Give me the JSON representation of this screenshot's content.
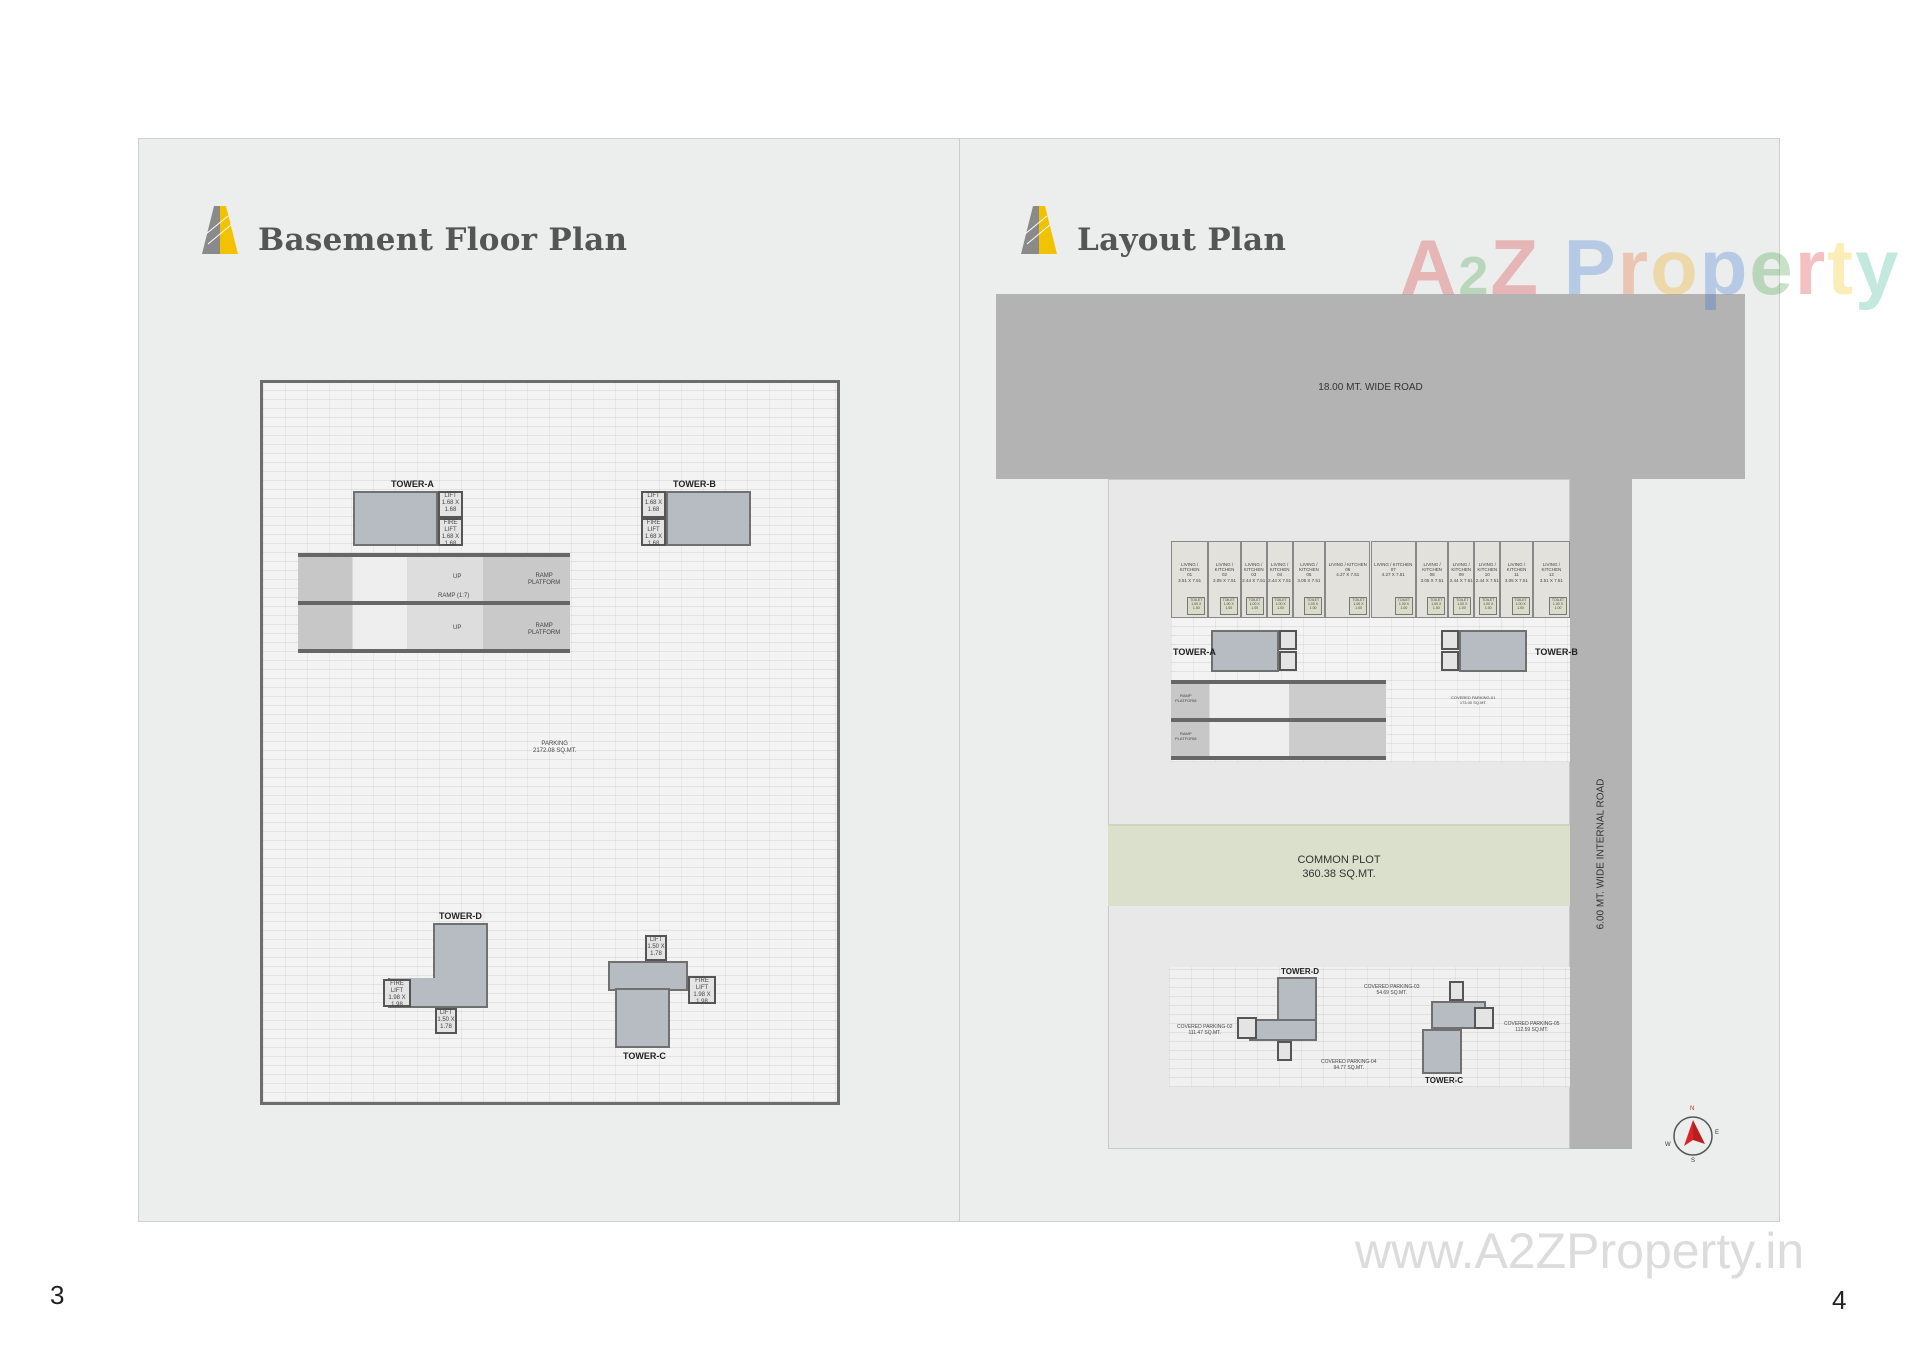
{
  "left_page": {
    "title": "Basement Floor Plan",
    "page_number": "3",
    "towers": {
      "a": "TOWER-A",
      "b": "TOWER-B",
      "c": "TOWER-C",
      "d": "TOWER-D"
    },
    "lift_ab": "LIFT\n1.68 X\n1.68",
    "fire_lift_ab": "FIRE LIFT\n1.68 X\n1.68",
    "lift_cd": "LIFT\n1.50 X\n1.78",
    "fire_lift_cd": "FIRE LIFT\n1.98 X\n1.98",
    "up": "UP",
    "ramp": "RAMP (1:7)",
    "ramp_platform": "RAMP\nPLATFORM",
    "parking": "PARKING\n2172.08 SQ.MT."
  },
  "right_page": {
    "title": "Layout Plan",
    "page_number": "4",
    "main_road": "18.00 MT. WIDE ROAD",
    "internal_road": "6.00 MT. WIDE INTERNAL ROAD",
    "common_plot": "COMMON PLOT",
    "common_plot_area": "360.38 SQ.MT.",
    "towers": {
      "a": "TOWER-A",
      "b": "TOWER-B",
      "c": "TOWER-C",
      "d": "TOWER-D"
    },
    "units": [
      {
        "label": "LIVING / KITCHEN\n01\n3.51 X 7.51",
        "w": 3.51
      },
      {
        "label": "LIVING / KITCHEN\n02\n3.05 X 7.51",
        "w": 3.05
      },
      {
        "label": "LIVING / KITCHEN\n03\n2.44 X 7.51",
        "w": 2.44
      },
      {
        "label": "LIVING / KITCHEN\n04\n2.44 X 7.51",
        "w": 2.44
      },
      {
        "label": "LIVING / KITCHEN\n05\n3.05 X 7.51",
        "w": 3.05
      },
      {
        "label": "LIVING / KITCHEN\n06\n4.27 X 7.51",
        "w": 4.27
      },
      {
        "label": "LIVING / KITCHEN\n07\n4.27 X 7.51",
        "w": 4.27
      },
      {
        "label": "LIVING / KITCHEN\n08\n3.05 X 7.51",
        "w": 3.05
      },
      {
        "label": "LIVING / KITCHEN\n09\n2.44 X 7.51",
        "w": 2.44
      },
      {
        "label": "LIVING / KITCHEN\n10\n2.44 X 7.51",
        "w": 2.44
      },
      {
        "label": "LIVING / KITCHEN\n11\n3.05 X 7.51",
        "w": 3.05
      },
      {
        "label": "LIVING / KITCHEN\n12\n3.51 X 7.51",
        "w": 3.51
      }
    ],
    "toilet": "TOILET\n1.00 X\n1.00",
    "ramp_platform": "RAMP\nPLATFORM",
    "covered_parking_01": "COVERED PARKING-01\n173.00 SQ.MT.",
    "covered_parking_02": "COVERED PARKING-02\n111.47 SQ.MT.",
    "covered_parking_03": "COVERED PARKING-03\n54.69 SQ.MT.",
    "covered_parking_04": "COVERED PARKING-04\n94.77 SQ.MT.",
    "covered_parking_05": "COVERED PARKING-05\n112.59 SQ.MT.",
    "compass": {
      "n": "N",
      "e": "E",
      "s": "S",
      "w": "W"
    }
  },
  "watermark": {
    "logo": "A2Z Property",
    "url": "www.A2ZProperty.in"
  },
  "colors": {
    "accent_yellow": "#f2c200",
    "road": "#b2b3b2",
    "common_plot": "#dbe0cc",
    "compass_red": "#d9252a"
  }
}
